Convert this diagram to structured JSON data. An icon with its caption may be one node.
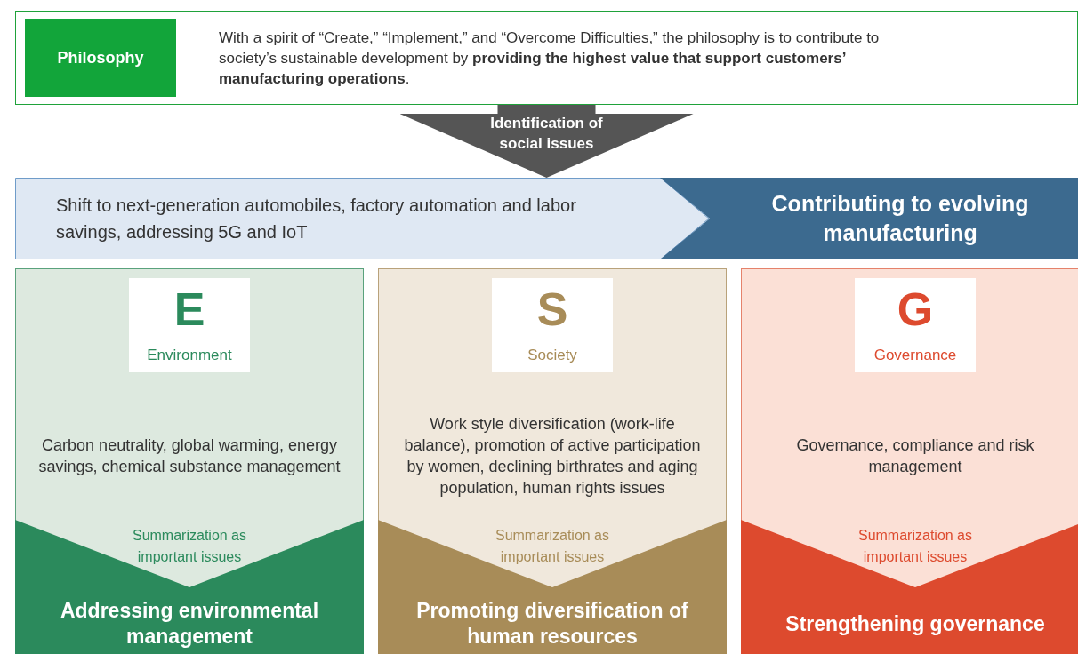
{
  "diagram": {
    "nodes": [
      {
        "text": [
          "With a spirit of “Create,” “Implement,” and “Overcome Difficulties,” the philosophy is to contribute to society’s sustainable development by **providing the highest value that support customers’ manufacturing operations**."
        ]
      },
      {
        "text": [
          "Philosophy"
        ],
        "in": 0
      },
      {
        "text": [
          "Shift to next-generation automobiles, factory automation and labor savings, addressing 5G and IoT"
        ]
      },
      {
        "text": [
          "Contributing to evolving manufacturing"
        ]
      },
      {
        "text": [
          "Carbon neutrality, global warming, energy savings, chemical substance management"
        ]
      },
      {
        "text": [
          "E",
          "Environment"
        ],
        "in": 4
      },
      {
        "text": [
          "Addressing environmental management"
        ],
        "in": 4,
        "beside": [
          "Summarization as important issues"
        ]
      },
      {
        "text": [
          "Work style diversification (work-life balance), promotion of active participation by women, declining birthrates and aging population, human rights issues"
        ]
      },
      {
        "text": [
          "S",
          "Society"
        ],
        "in": 7
      },
      {
        "text": [
          "Promoting diversification of human resources"
        ],
        "in": 7,
        "beside": [
          "Summarization as important issues"
        ]
      },
      {
        "text": [
          "Governance, compliance and risk management"
        ]
      },
      {
        "text": [
          "G",
          "Governance"
        ],
        "in": 10
      },
      {
        "text": [
          "Strengthening governance"
        ],
        "in": 10,
        "beside": [
          "Summarization as important issues"
        ]
      }
    ],
    "edges": [
      {
        "from": 0,
        "to": 2,
        "arrow": "to",
        "label": "Identification of social issues"
      }
    ]
  }
}
